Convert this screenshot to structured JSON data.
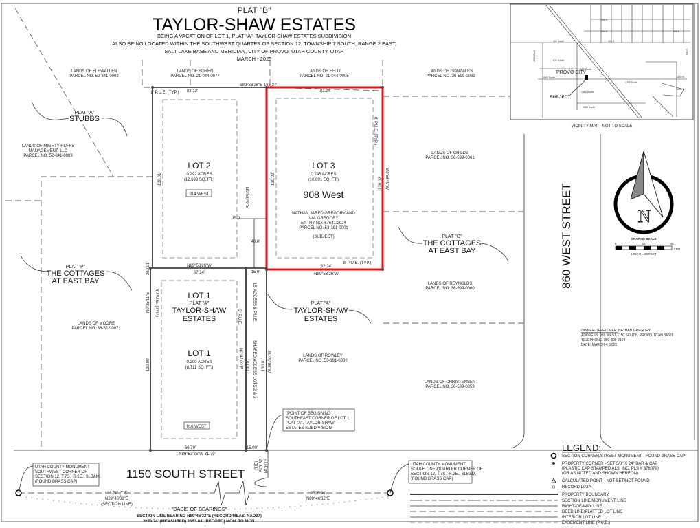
{
  "title": {
    "plat": "PLAT \"B\"",
    "name": "TAYLOR-SHAW ESTATES",
    "line1": "BEING A VACATION OF LOT 1, PLAT \"A\", TAYLOR-SHAW ESTATES SUBDIVISION",
    "line2": "ALSO BEING LOCATED WITHIN THE SOUTHWEST QUARTER OF SECTION 12, TOWNSHIP 7 SOUTH, RANGE 2 EAST,",
    "line3": "SALT LAKE BASE AND MERIDIAN, CITY OF PROVO, UTAH COUNTY, UTAH",
    "date": "MARCH - 2025"
  },
  "neighbors": {
    "flewallen": {
      "name": "LANDS OF FLEWALLEN",
      "parcel": "PARCEL NO. 52-841-0002"
    },
    "boren": {
      "name": "LANDS OF BOREN",
      "parcel": "PARCEL NO. 21-044-0077"
    },
    "felix": {
      "name": "LANDS OF FELIX",
      "parcel": "PARCEL NO. 21-044-0005"
    },
    "gonzales": {
      "name": "LANDS OF GONZALES",
      "parcel": "PARCEL NO. 36-599-0062"
    },
    "mighty": {
      "name1": "LANDS OF MIGHTY HUFFS",
      "name2": "MANAGEMENT, LLC",
      "parcel": "PARCEL NO. 52-841-0003"
    },
    "childs": {
      "name": "LANDS OF CHILDS",
      "parcel": "PARCEL NO. 36-599-0061"
    },
    "reynolds": {
      "name": "LANDS OF REYNOLDS",
      "parcel": "PARCEL NO. 36-599-0060"
    },
    "moore": {
      "name": "LANDS OF MOORE",
      "parcel": "PARCEL NO. 36-522-0071"
    },
    "rowley": {
      "name": "LANDS OF ROWLEY",
      "parcel": "PARCEL NO. 53-191-0002"
    },
    "christensen": {
      "name": "LANDS OF CHRISTENSEN",
      "parcel": "PARCEL NO. 36-599-0059"
    }
  },
  "plats": {
    "stubbs": {
      "plat": "PLAT \"A\"",
      "name": "STUBBS"
    },
    "cottages_o": {
      "plat": "PLAT \"O\"",
      "name1": "THE COTTAGES",
      "name2": "AT EAST BAY"
    },
    "cottages_p": {
      "plat": "PLAT \"P\"",
      "name1": "THE COTTAGES",
      "name2": "AT EAST BAY"
    },
    "taylor_a": {
      "plat": "PLAT \"A\"",
      "name1": "TAYLOR-SHAW",
      "name2": "ESTATES"
    }
  },
  "lots": {
    "lot2": {
      "label": "LOT 2",
      "acres": "0.292 ACRES",
      "sqft": "(12,699 SQ. FT.)",
      "address": "914 WEST"
    },
    "lot3": {
      "label": "LOT 3",
      "acres": "0.245 ACRES",
      "sqft": "(10,691 SQ. FT.)",
      "address": "908 West",
      "owner1": "NATHAN JARED GREGORY AND",
      "owner2": "VAL GREGORY",
      "entry": "ENTRY NO. 67641:2024",
      "parcel": "PARCEL NO. 53-191-0001",
      "note": "(SUBJECT)",
      "highlight_color": "#e0161b"
    },
    "lot1": {
      "old_label": "LOT 1",
      "old_plat": "PLAT \"A\"",
      "old_name1": "TAYLOR-SHAW",
      "old_name2": "ESTATES",
      "label": "LOT 1",
      "acres": "0.200 ACRES",
      "sqft": "(8,711 SQ. FT.)",
      "address": "916 WEST"
    }
  },
  "dims": {
    "top_bearing": "S89°53'26\"E  165.37'",
    "lot2_top": "83.13'",
    "lot3_top": "82.24'",
    "pue_top": "8' P.U.E. (TYP.)",
    "pue_right": "8' P.U.E. (TYP.)",
    "lot2_left": "130.01'",
    "lot2_right_bearing": "N0°58'49\"E",
    "lot3_left": "130.02'",
    "lot3_right": "130.02'",
    "lot3_right_bearing": "S0°58'49\"W",
    "d15a": "15.0'",
    "d40": "40.0'",
    "d15b": "15.0'",
    "mid_bearing": "N89°53'26\"W",
    "lot1_top": "67.24'",
    "lot3_bottom": "82.24'",
    "pue_bottom": "8' P.U.E. (TYP.)",
    "lot3_bottom_bearing": "N89°53'26\"W",
    "left_total": "260.01'",
    "left_bearing": "N0°35'11\"E",
    "lot1_left": "130.00'",
    "lot1_pue_left": "8' P.U.E. (TYP.)",
    "lot1_pue_right": "5' P.U.E.",
    "lot1_right_bearing": "N0°47'00\"E",
    "lot1_right": "130.01'",
    "access": "15' ACCESS & P.U.E.",
    "shared": "SHARED ACCESS LOTS 2 & 3",
    "access_right": "130.01'",
    "access_right_bearing": "S0°47'00\"W",
    "lot1_bottom": "66.79'",
    "bottom_bearing": "N89°53'26\"W  81.79'",
    "access_bottom": "15.00'",
    "tie_dist": "507.37'",
    "tie_label": "(TIE)",
    "tie_dir": "NORTH"
  },
  "pob": {
    "l1": "\"POINT OF BEGINNING\"",
    "l2": "SOUTHEAST CORNER OF LOT 1,",
    "l3": "PLAT \"A\", TAYLOR-SHAW",
    "l4": "ESTATES SUBDIVISION"
  },
  "streets": {
    "south": "1150 SOUTH STREET",
    "west": "860 WEST STREET"
  },
  "monument_sw": {
    "l1": "UTAH COUNTY MONUMENT",
    "l2": "SOUTHWEST CORNER OF",
    "l3": "SECTION 12, T.7S., R.2E., SLB&M.",
    "l4": "(FOUND BRASS CAP)"
  },
  "monument_s": {
    "l1": "UTAH COUNTY MONUMENT",
    "l2": "SOUTH ONE-QUARTER CORNER OF",
    "l3": "SECTION 12, T.7S., R.2E., SLB&M.",
    "l4": "(FOUND BRASS CAP)"
  },
  "section": {
    "tie": "133.78' (TIE)",
    "bearing_left": "N89°46'32\"E",
    "section_line": "(SECTION LINE)",
    "dist_right": "2519.96'",
    "bearing_right": "N89°46'32\"E",
    "basis": "\"BASIS OF BEARINGS\"",
    "basis1": "SECTION LINE BEARING N89°46'32\"E (RECORD/MEAS. NAD27)",
    "basis2": "2653.74' (MEASURED) 2653.84' (RECORD) MON. TO MON."
  },
  "vicinity": {
    "caption": "VICINITY MAP - NOT TO SCALE",
    "city": "PROVO CITY",
    "subject": "SUBJECT",
    "streets": [
      "100 S.",
      "200 S.",
      "300 S.",
      "400 South",
      "400 S.",
      "820 South",
      "1020 South",
      "1150 South",
      "1200 South",
      "1360 South",
      "1500 South",
      "1130 S.",
      "1325 S.",
      "1600 West",
      "500 E."
    ]
  },
  "north_arrow": {
    "letter": "N"
  },
  "scale": {
    "title": "GRAPHIC SCALE",
    "t0": "0",
    "t20": "20",
    "t40": "40",
    "unit": "Feet",
    "ratio": "1 INCH = 20 FEET"
  },
  "owner": {
    "label": "OWNER-DEVELOPER:",
    "name": "NATHAN GREGORY",
    "address": "ADDRESS: 916 WEST 1150 SOUTH, PROVO, UTAH 84601",
    "phone": "TELEPHONE: 801-808-2104",
    "date": "DATE: MARCH 4, 2025"
  },
  "legend": {
    "title": "LEGEND:",
    "monument": "SECTION CORNER/STREET MONUMENT - FOUND BRASS CAP",
    "corner1": "PROPERTY CORNER - SET 5/8\" X 24\" BAR & CAP",
    "corner2": "(PLASTIC CAP STAMPED ALS, INC. PLS # 376079)",
    "corner3": "(OR AS NOTED AND SHOWN HEREON)",
    "calc": "CALCULATED POINT - NOT SET/NOT FOUND",
    "record_sym": "()",
    "record": "RECORD DATA",
    "boundary": "PROPERTY BOUNDARY",
    "section": "SECTION LINE/MONUMENT LINE",
    "row": "RIGHT-OF-WAY LINE",
    "deed": "DEED LINE/PLATTED LOT LINE",
    "interior": "INTERIOR LOT LINE",
    "easement": "EASEMENT LINE (P.U.E.)"
  }
}
